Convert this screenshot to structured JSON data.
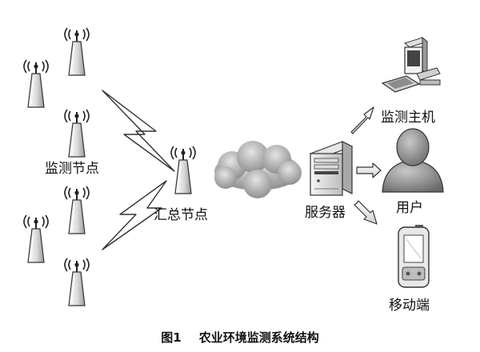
{
  "diagram": {
    "labels": {
      "monitor_nodes": "监测节点",
      "aggregation_node": "汇总节点",
      "server": "服务器",
      "monitor_host": "监测主机",
      "user": "用户",
      "mobile": "移动端"
    },
    "caption": {
      "figure_number": "图1",
      "title": "农业环境监测系统结构"
    }
  }
}
